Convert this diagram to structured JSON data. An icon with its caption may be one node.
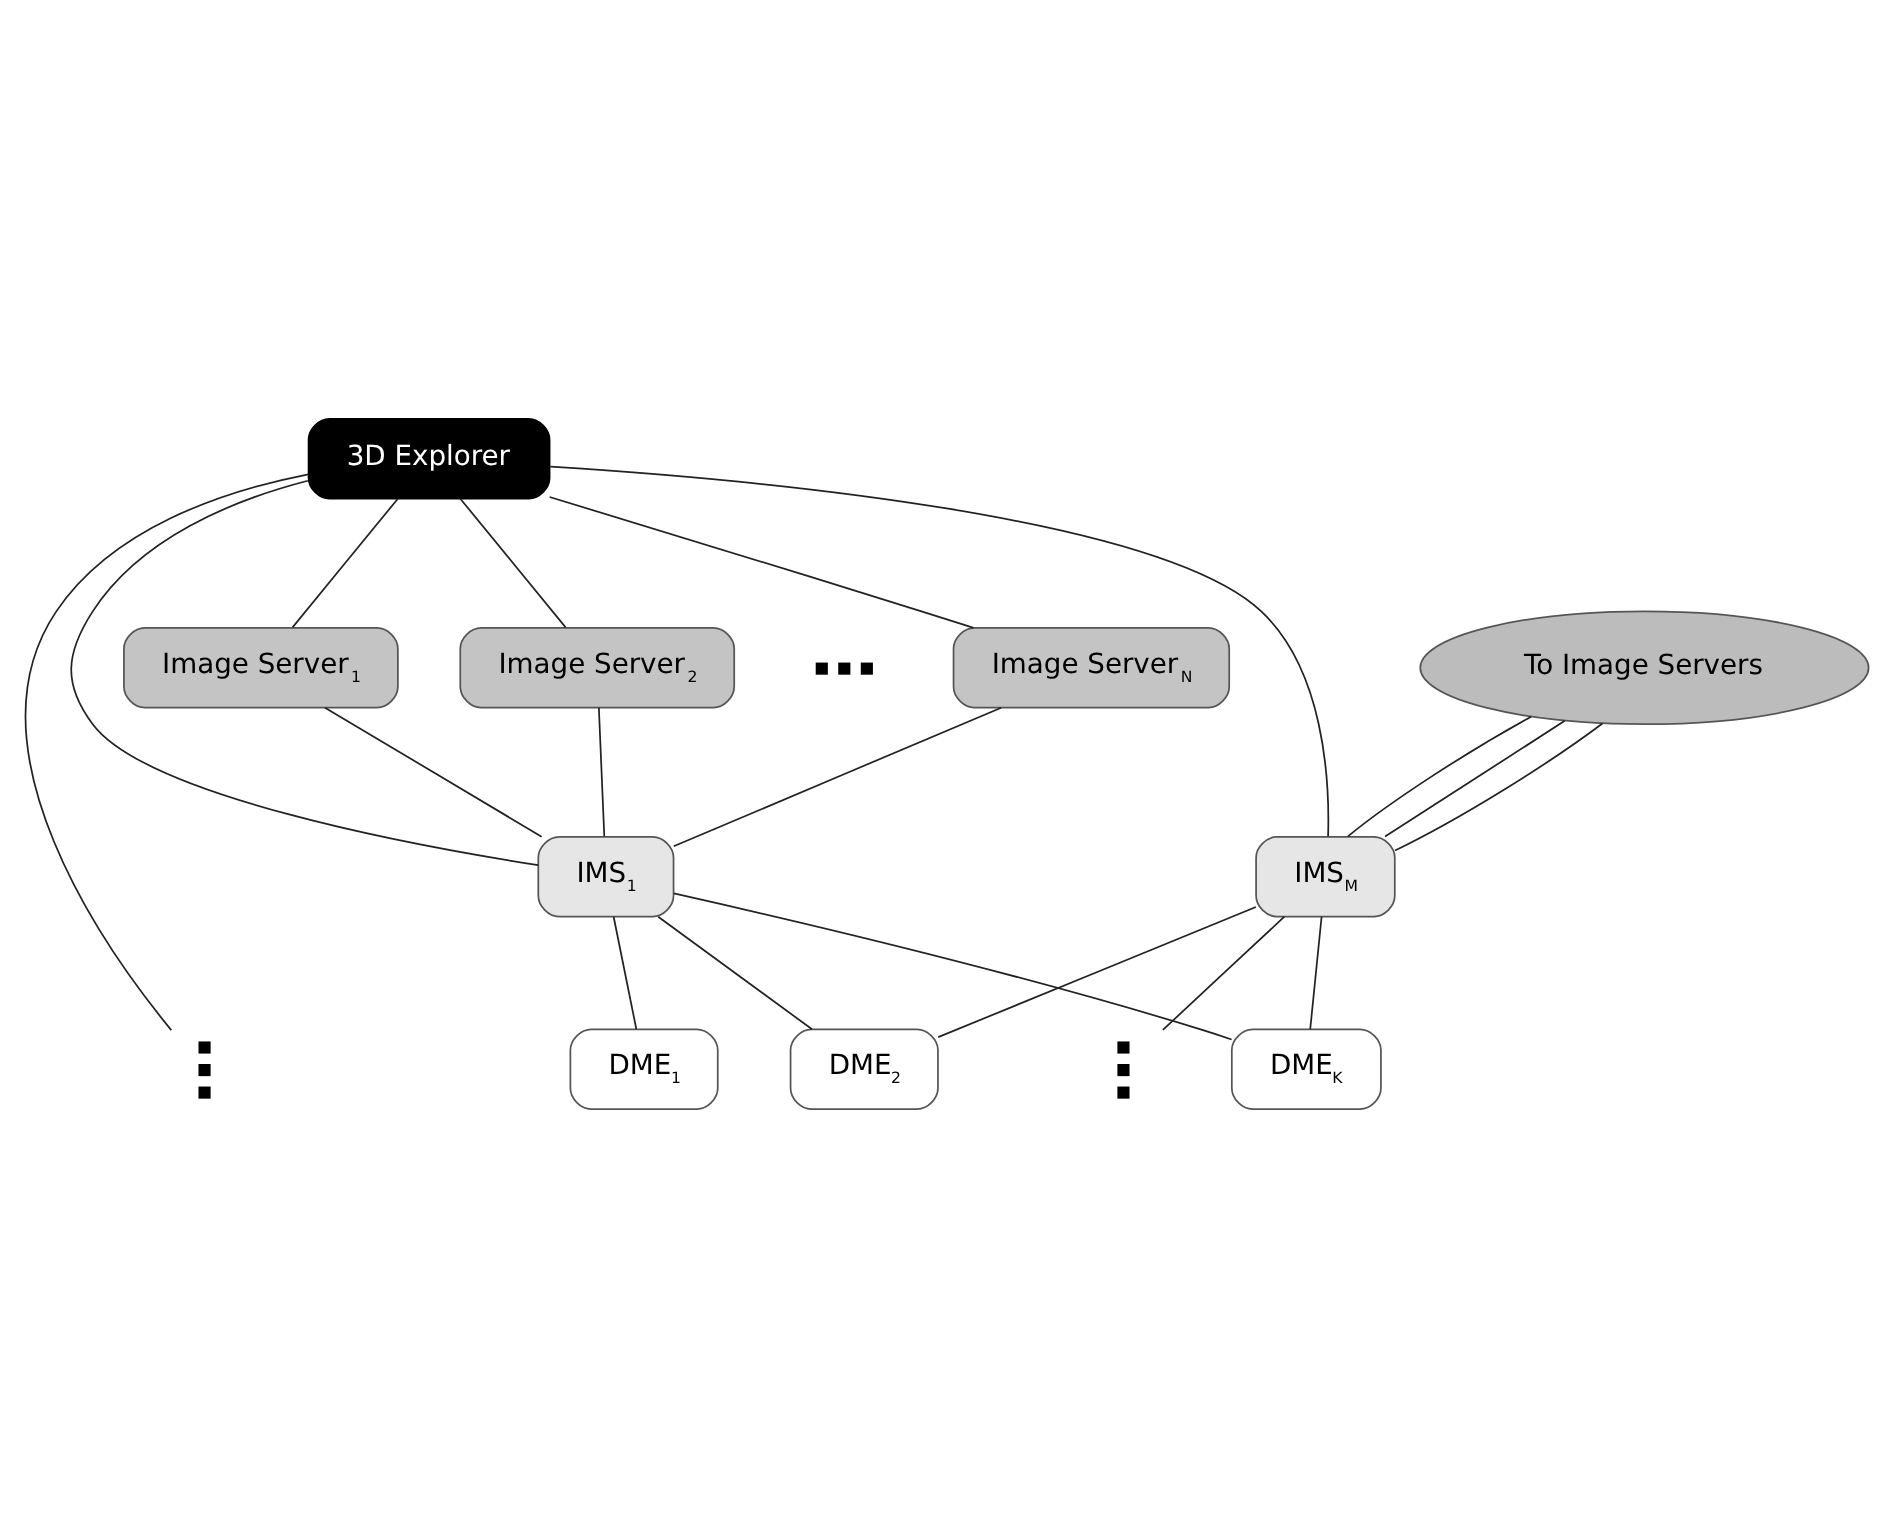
{
  "diagram": {
    "nodes": [
      {
        "text": [
          "3D Explorer"
        ]
      },
      {
        "text": [
          "Image Server$_{1}$"
        ]
      },
      {
        "text": [
          "Image Server$_{2}$"
        ]
      },
      {
        "text": [],
        "shape": "dots"
      },
      {
        "text": [
          "Image Server$_{N}$"
        ]
      },
      {
        "text": [
          "IMS$_{1}$"
        ]
      },
      {
        "text": [],
        "shape": "dots"
      },
      {
        "text": [
          "To Image Servers"
        ]
      },
      {
        "text": [
          "IMS$_{M}$"
        ]
      },
      {
        "text": [
          "DME$_{1}$"
        ]
      },
      {
        "text": [
          "DME$_{2}$"
        ]
      },
      {
        "text": [],
        "shape": "dots"
      },
      {
        "text": [
          "DME$_{K}$"
        ]
      }
    ],
    "edges": [
      {
        "from": 0,
        "to": 1,
        "arrow": "none"
      },
      {
        "from": 0,
        "to": 2,
        "arrow": "none"
      },
      {
        "from": 0,
        "to": 4,
        "arrow": "none"
      },
      {
        "from": 0,
        "to": 5,
        "arrow": "none"
      },
      {
        "from": 0,
        "to": 6,
        "arrow": "none"
      },
      {
        "from": 0,
        "to": 8,
        "arrow": "none"
      },
      {
        "from": 1,
        "to": 5,
        "arrow": "none"
      },
      {
        "from": 2,
        "to": 5,
        "arrow": "none"
      },
      {
        "from": 4,
        "to": 5,
        "arrow": "none"
      },
      {
        "from": 7,
        "to": 8,
        "arrow": "none"
      },
      {
        "from": 7,
        "to": 8,
        "arrow": "none"
      },
      {
        "from": 7,
        "to": 8,
        "arrow": "none"
      },
      {
        "from": 5,
        "to": 9,
        "arrow": "none"
      },
      {
        "from": 5,
        "to": 10,
        "arrow": "none"
      },
      {
        "from": 5,
        "to": 12,
        "arrow": "none"
      },
      {
        "from": 8,
        "to": 10,
        "arrow": "none"
      },
      {
        "from": 8,
        "to": 11,
        "arrow": "none"
      },
      {
        "from": 8,
        "to": 12,
        "arrow": "none"
      }
    ]
  }
}
